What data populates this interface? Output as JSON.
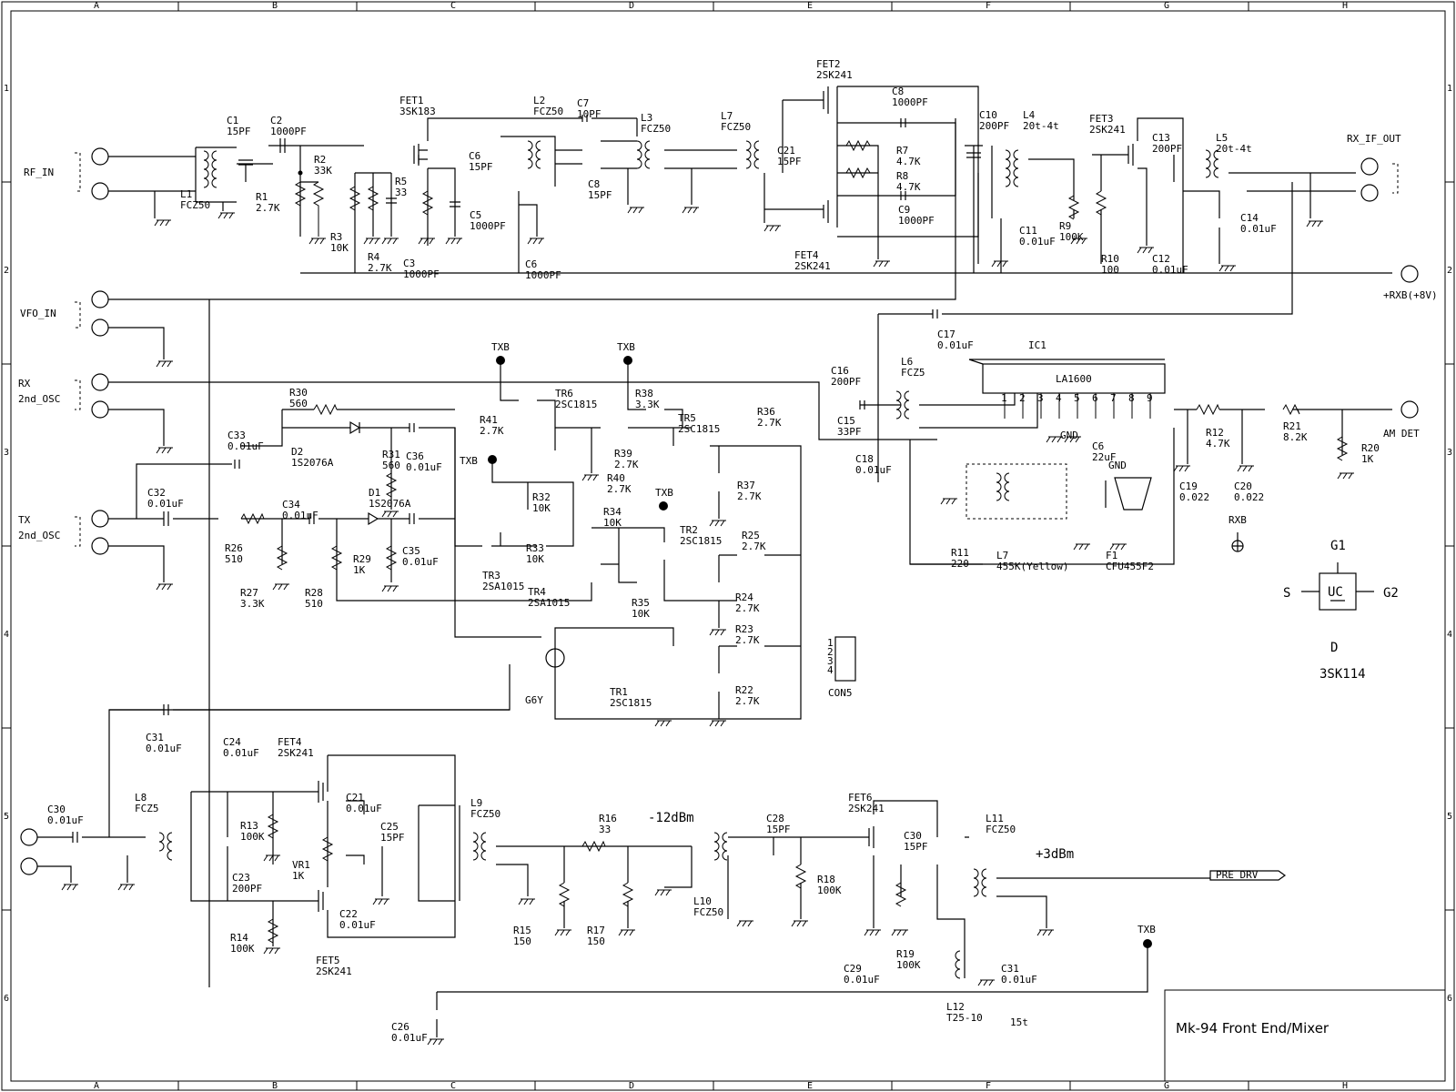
{
  "title_block": {
    "text": "Mk-94 Front End/Mixer"
  },
  "grid": {
    "cols": [
      "A",
      "B",
      "C",
      "D",
      "E",
      "F",
      "G",
      "H"
    ],
    "rows": [
      "1",
      "2",
      "3",
      "4",
      "5",
      "6"
    ]
  },
  "ports": {
    "rf_in": "RF_IN",
    "vfo_in": "VFO_IN",
    "rx": "RX",
    "rx_osc": "2nd_OSC",
    "tx": "TX",
    "tx_osc": "2nd_OSC",
    "rx_if_out": "RX_IF_OUT",
    "rxb": "+RXB(+8V)",
    "am_det": "AM DET",
    "pre_drv": "PRE_DRV",
    "rxb_node": "RXB",
    "txb": "TXB"
  },
  "levels": {
    "minus12": "-12dBm",
    "plus3": "+3dBm"
  },
  "legend": {
    "g1": "G1",
    "g2": "G2",
    "s": "S",
    "d": "D",
    "uc": "UC",
    "part": "3SK114"
  },
  "ic": {
    "ref": "IC1",
    "name": "LA1600",
    "pins": [
      "1",
      "2",
      "3",
      "4",
      "5",
      "6",
      "7",
      "8",
      "9"
    ],
    "gnd1": "GND",
    "gnd2": "GND"
  },
  "con": {
    "ref": "CON5",
    "pins": [
      "1",
      "2",
      "3",
      "4"
    ]
  },
  "labels": [
    [
      "C1",
      "15PF"
    ],
    [
      "C2",
      "1000PF"
    ],
    [
      "L1",
      "FCZ50"
    ],
    [
      "R1",
      "2.7K"
    ],
    [
      "R2",
      "33K"
    ],
    [
      "R3",
      "10K"
    ],
    [
      "R4",
      "2.7K"
    ],
    [
      "R5",
      "33"
    ],
    [
      "FET1",
      "3SK183"
    ],
    [
      "C3",
      "1000PF"
    ],
    [
      "C5",
      "1000PF"
    ],
    [
      "C6",
      "15PF"
    ],
    [
      "L2",
      "FCZ50"
    ],
    [
      "C7",
      "10PF"
    ],
    [
      "L3",
      "FCZ50"
    ],
    [
      "C8",
      "15PF"
    ],
    [
      "C6",
      "1000PF"
    ],
    [
      "L7",
      "FCZ50"
    ],
    [
      "C21",
      "15PF"
    ],
    [
      "FET2",
      "2SK241"
    ],
    [
      "C8",
      "1000PF"
    ],
    [
      "R7",
      "4.7K"
    ],
    [
      "R8",
      "4.7K"
    ],
    [
      "C9",
      "1000PF"
    ],
    [
      "FET4",
      "2SK241"
    ],
    [
      "C10",
      "200PF"
    ],
    [
      "L4",
      "20t-4t"
    ],
    [
      "C11",
      "0.01uF"
    ],
    [
      "R9",
      "100K"
    ],
    [
      "FET3",
      "2SK241"
    ],
    [
      "R10",
      "100"
    ],
    [
      "C13",
      "200PF"
    ],
    [
      "L5",
      "20t-4t"
    ],
    [
      "C12",
      "0.01uF"
    ],
    [
      "C14",
      "0.01uF"
    ],
    [
      "C17",
      "0.01uF"
    ],
    [
      "C16",
      "200PF"
    ],
    [
      "L6",
      "FCZ5"
    ],
    [
      "C15",
      "33PF"
    ],
    [
      "C18",
      "0.01uF"
    ],
    [
      "C6",
      "22uF"
    ],
    [
      "R12",
      "4.7K"
    ],
    [
      "R21",
      "8.2K"
    ],
    [
      "C19",
      "0.022"
    ],
    [
      "C20",
      "0.022"
    ],
    [
      "R20",
      "1K"
    ],
    [
      "R11",
      "220"
    ],
    [
      "L7",
      "455K(Yellow)"
    ],
    [
      "F1",
      "CFU455F2"
    ],
    [
      "R30",
      "560"
    ],
    [
      "C33",
      "0.01uF"
    ],
    [
      "D2",
      "1S2076A"
    ],
    [
      "R31",
      "560"
    ],
    [
      "C36",
      "0.01uF"
    ],
    [
      "R41",
      "2.7K"
    ],
    [
      "TR6",
      "2SC1815"
    ],
    [
      "R38",
      "3.3K"
    ],
    [
      "TR5",
      "2SC1815"
    ],
    [
      "R36",
      "2.7K"
    ],
    [
      "R39",
      "2.7K"
    ],
    [
      "R40",
      "2.7K"
    ],
    [
      "R37",
      "2.7K"
    ],
    [
      "C32",
      "0.01uF"
    ],
    [
      "C34",
      "0.01uF"
    ],
    [
      "D1",
      "1S2076A"
    ],
    [
      "R32",
      "10K"
    ],
    [
      "R34",
      "10K"
    ],
    [
      "TR2",
      "2SC1815"
    ],
    [
      "R25",
      "2.7K"
    ],
    [
      "R26",
      "510"
    ],
    [
      "R27",
      "3.3K"
    ],
    [
      "R28",
      "510"
    ],
    [
      "R29",
      "1K"
    ],
    [
      "C35",
      "0.01uF"
    ],
    [
      "R33",
      "10K"
    ],
    [
      "TR3",
      "2SA1015"
    ],
    [
      "TR4",
      "2SA1015"
    ],
    [
      "R35",
      "10K"
    ],
    [
      "R24",
      "2.7K"
    ],
    [
      "R23",
      "2.7K"
    ],
    [
      "R22",
      "2.7K"
    ],
    [
      "TR1",
      "2SC1815"
    ],
    [
      "G6Y",
      ""
    ],
    [
      "C31",
      "0.01uF"
    ],
    [
      "C24",
      "0.01uF"
    ],
    [
      "FET4",
      "2SK241"
    ],
    [
      "C30",
      "0.01uF"
    ],
    [
      "L8",
      "FCZ5"
    ],
    [
      "C21",
      "0.01uF"
    ],
    [
      "R13",
      "100K"
    ],
    [
      "VR1",
      "1K"
    ],
    [
      "C25",
      "15PF"
    ],
    [
      "C23",
      "200PF"
    ],
    [
      "C22",
      "0.01uF"
    ],
    [
      "R14",
      "100K"
    ],
    [
      "FET5",
      "2SK241"
    ],
    [
      "L9",
      "FCZ50"
    ],
    [
      "R16",
      "33"
    ],
    [
      "R15",
      "150"
    ],
    [
      "R17",
      "150"
    ],
    [
      "C28",
      "15PF"
    ],
    [
      "L10",
      "FCZ50"
    ],
    [
      "R18",
      "100K"
    ],
    [
      "FET6",
      "2SK241"
    ],
    [
      "C30",
      "15PF"
    ],
    [
      "L11",
      "FCZ50"
    ],
    [
      "C29",
      "0.01uF"
    ],
    [
      "R19",
      "100K"
    ],
    [
      "C31",
      "0.01uF"
    ],
    [
      "L12",
      "T25-10"
    ],
    [
      "15t",
      ""
    ],
    [
      "C26",
      "0.01uF"
    ]
  ]
}
